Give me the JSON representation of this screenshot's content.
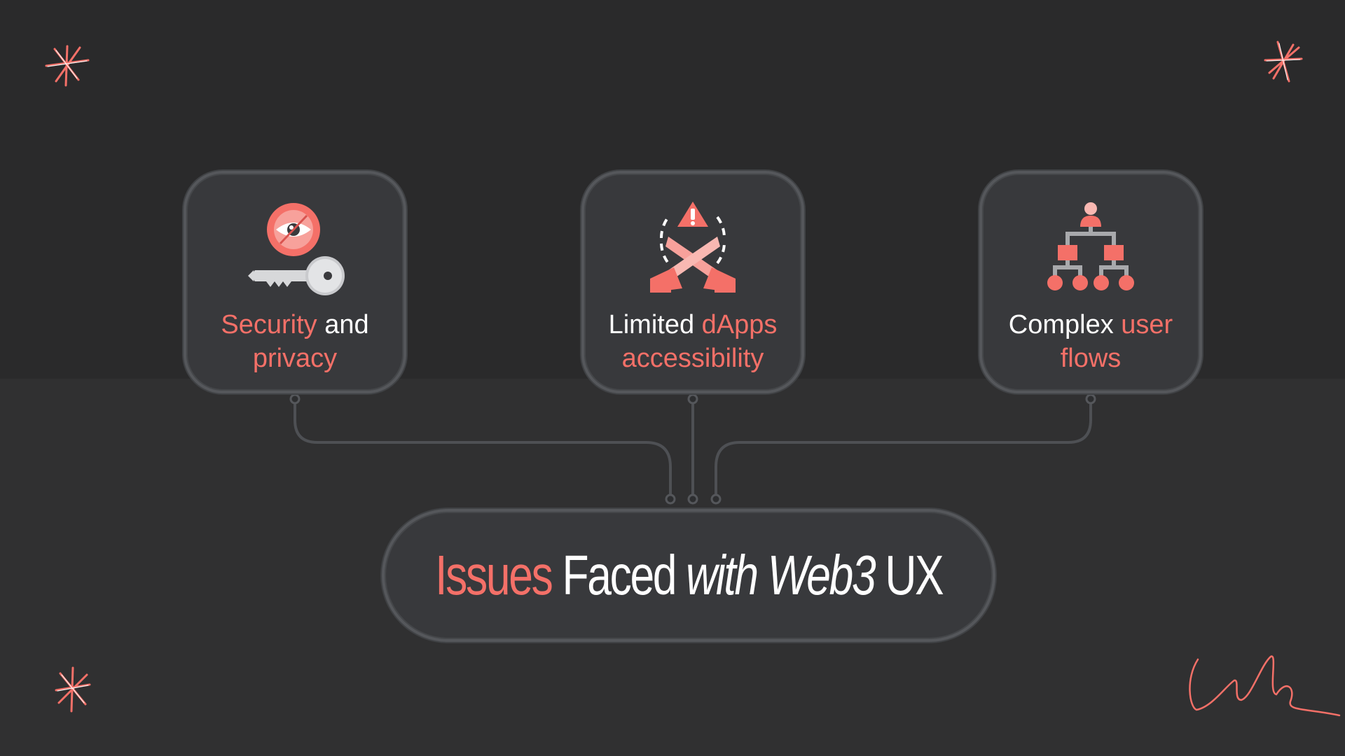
{
  "cards": [
    {
      "id": "security",
      "parts": [
        {
          "text": "Security",
          "accent": true
        },
        {
          "text": " and",
          "accent": false
        },
        {
          "text": "privacy",
          "accent": true,
          "break": true
        }
      ]
    },
    {
      "id": "dapps",
      "parts": [
        {
          "text": "Limited ",
          "accent": false
        },
        {
          "text": "dApps",
          "accent": true
        },
        {
          "text": "accessibility",
          "accent": true,
          "break": true
        }
      ]
    },
    {
      "id": "flows",
      "parts": [
        {
          "text": "Complex ",
          "accent": false
        },
        {
          "text": "user",
          "accent": true
        },
        {
          "text": "flows",
          "accent": true,
          "break": true
        }
      ]
    }
  ],
  "title": {
    "word1": "Issues",
    "word2": "Faced",
    "word3": "with",
    "word4": "Web3",
    "word5": "UX"
  },
  "icons": {
    "security": "eye-key-icon",
    "dapps": "crossed-hands-warning-icon",
    "flows": "org-hierarchy-icon"
  },
  "colors": {
    "accent": "#f47068",
    "card_bg": "#38393c",
    "bg": "#2a2a2b",
    "text": "#ffffff"
  }
}
